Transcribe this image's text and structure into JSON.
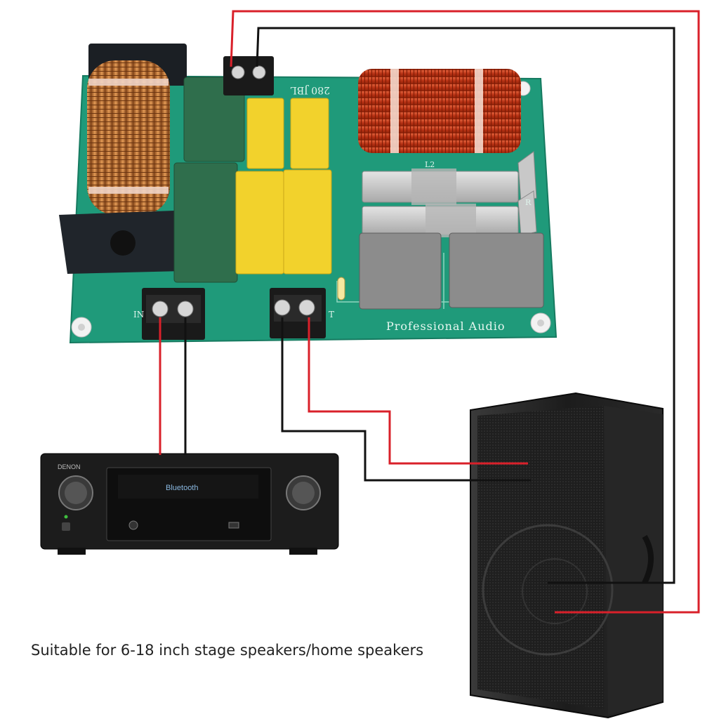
{
  "board": {
    "brand_label": "Professional Audio",
    "silkscreen_code": "280 JBL",
    "input_terminal_mark": "IN",
    "output_terminal_mark": "T",
    "inductor_mark": "L2",
    "resistor_mark": "R"
  },
  "receiver": {
    "brand": "DENON",
    "display_text": "Bluetooth"
  },
  "caption": "Suitable for 6-18 inch stage speakers/home speakers",
  "colors": {
    "pcb": "#1f9a7a",
    "wire_red": "#d9202a",
    "wire_black": "#111111",
    "capacitor_green": "#2f6e4c",
    "capacitor_yellow": "#f2d22c",
    "capacitor_grey": "#8c8c8c",
    "copper_coil": "#c97a3a",
    "red_coil": "#c8401e"
  }
}
